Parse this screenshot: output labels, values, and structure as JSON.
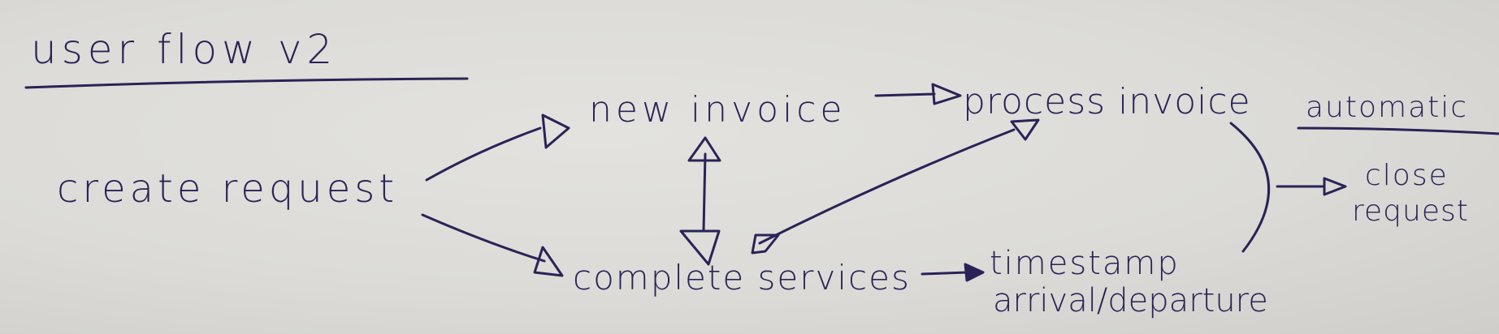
{
  "title": "user flow v2",
  "nodes": {
    "create_request": "create request",
    "new_invoice": "new invoice",
    "process_invoice": "process invoice",
    "complete_services": "complete services",
    "timestamp_line1": "timestamp",
    "timestamp_line2": "arrival/departure",
    "automatic": "automatic",
    "close_line1": "close",
    "close_line2": "request"
  },
  "colors": {
    "ink": "#2a2357",
    "paper": "#dcdbd7"
  }
}
